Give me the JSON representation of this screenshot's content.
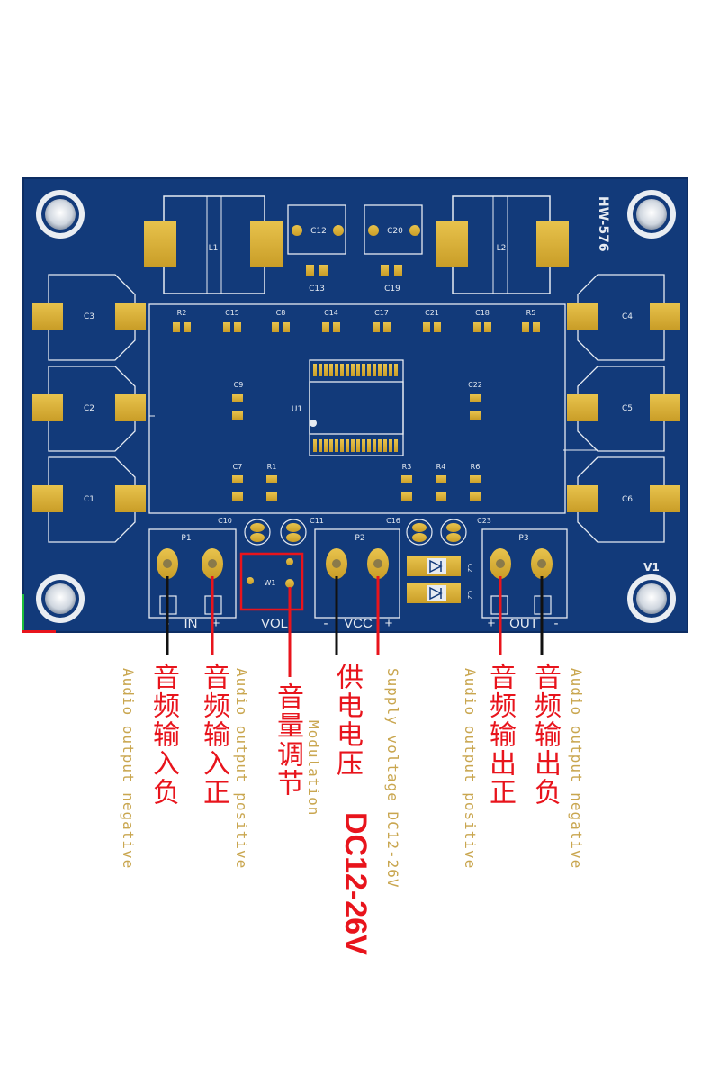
{
  "board": {
    "model": "HW-576",
    "corner_label": "V1",
    "chip_label": "U1",
    "pot_label": "W1"
  },
  "components": {
    "top": [
      "L1",
      "C12",
      "C20",
      "L2",
      "C13",
      "C19"
    ],
    "smd_row": [
      "R2",
      "C15",
      "C8",
      "C14",
      "C17",
      "C21",
      "C18",
      "R5"
    ],
    "left_caps": [
      "C3",
      "C2",
      "C1"
    ],
    "right_caps": [
      "C4",
      "C5",
      "C6"
    ],
    "mid": [
      "C9",
      "C22",
      "C7",
      "R1",
      "R3",
      "R4",
      "R6"
    ],
    "bottom": [
      "C10",
      "C11",
      "C16",
      "C23",
      "C2",
      "C2"
    ],
    "ports": [
      "P1",
      "P2",
      "P3"
    ]
  },
  "silk": {
    "in_minus": "-",
    "in_label": "IN",
    "in_plus": "+",
    "vol_label": "VOL",
    "vcc_minus": "-",
    "vcc_label": "VCC",
    "vcc_plus": "+",
    "out_plus": "+",
    "out_label": "OUT",
    "out_minus": "-"
  },
  "annotations": {
    "in_neg_en": "Audio output negative",
    "in_neg_cn": "音频输入负",
    "in_pos_cn": "音频输入正",
    "in_pos_en": "Audio output positive",
    "vol_cn": "音量调节",
    "vol_en": "Modulation",
    "vcc_cn": "供电电压",
    "vcc_dc": "DC12-26V",
    "vcc_en": "Supply voltage DC12-26V",
    "out_pos_en": "Audio output positive",
    "out_pos_cn": "音频输出正",
    "out_neg_cn": "音频输出负",
    "out_neg_en": "Audio output negative"
  },
  "colors": {
    "pcb_blue": "#123a7a",
    "pad_gold": "#d9b23a",
    "silk_white": "#e6ebf2",
    "red_wire": "#e8141c",
    "black_wire": "#111111",
    "text_red": "#e8141c",
    "text_gold": "#c9a64f"
  }
}
